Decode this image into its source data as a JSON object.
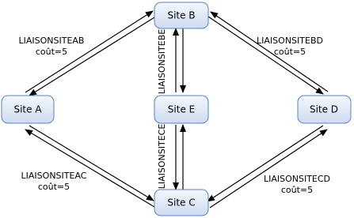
{
  "nodes": {
    "site_a": "Site A",
    "site_b": "Site B",
    "site_c": "Site C",
    "site_d": "Site D",
    "site_e": "Site E"
  },
  "links": {
    "ab": {
      "name": "LIAISONSITEAB",
      "cost": "coût=5"
    },
    "bd": {
      "name": "LIAISONSITEBD",
      "cost": "coût=5"
    },
    "ac": {
      "name": "LIAISONSITEAC",
      "cost": "coût=5"
    },
    "cd": {
      "name": "LIAISONSITECD",
      "cost": "coût=5"
    },
    "be": {
      "name": "LIAISONSITEBE"
    },
    "ce": {
      "name": "LIAISONSITECE"
    }
  },
  "colors": {
    "node_fill_top": "#f4f8fd",
    "node_fill_bottom": "#cddcf1",
    "node_border": "#5b82c4",
    "arrow": "#000000"
  }
}
